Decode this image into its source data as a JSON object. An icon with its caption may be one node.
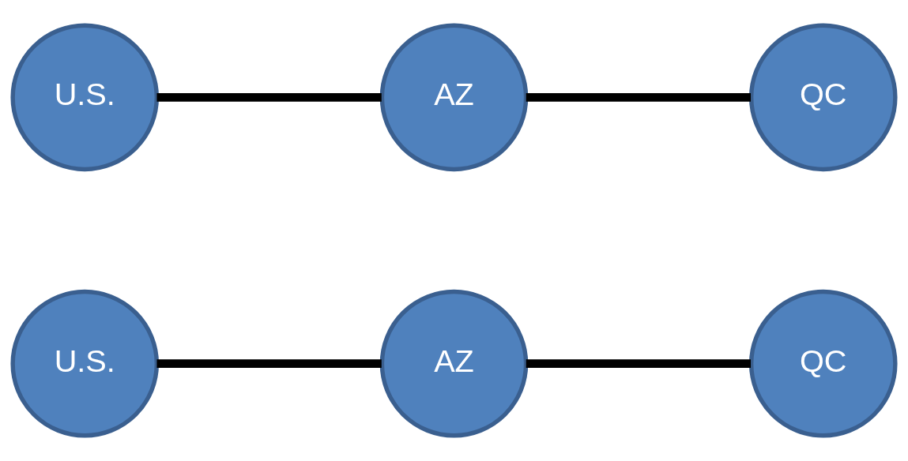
{
  "diagram": {
    "nodes": [
      {
        "text": [
          "U.S."
        ]
      },
      {
        "text": [
          "AZ"
        ]
      },
      {
        "text": [
          "QC"
        ]
      },
      {
        "text": [
          "U.S."
        ]
      },
      {
        "text": [
          "AZ"
        ]
      },
      {
        "text": [
          "QC"
        ]
      }
    ],
    "edges": [
      {
        "from": 0,
        "to": 1,
        "arrow": "none"
      },
      {
        "from": 1,
        "to": 2,
        "arrow": "none"
      },
      {
        "from": 3,
        "to": 4,
        "arrow": "none"
      },
      {
        "from": 4,
        "to": 5,
        "arrow": "none"
      }
    ]
  }
}
